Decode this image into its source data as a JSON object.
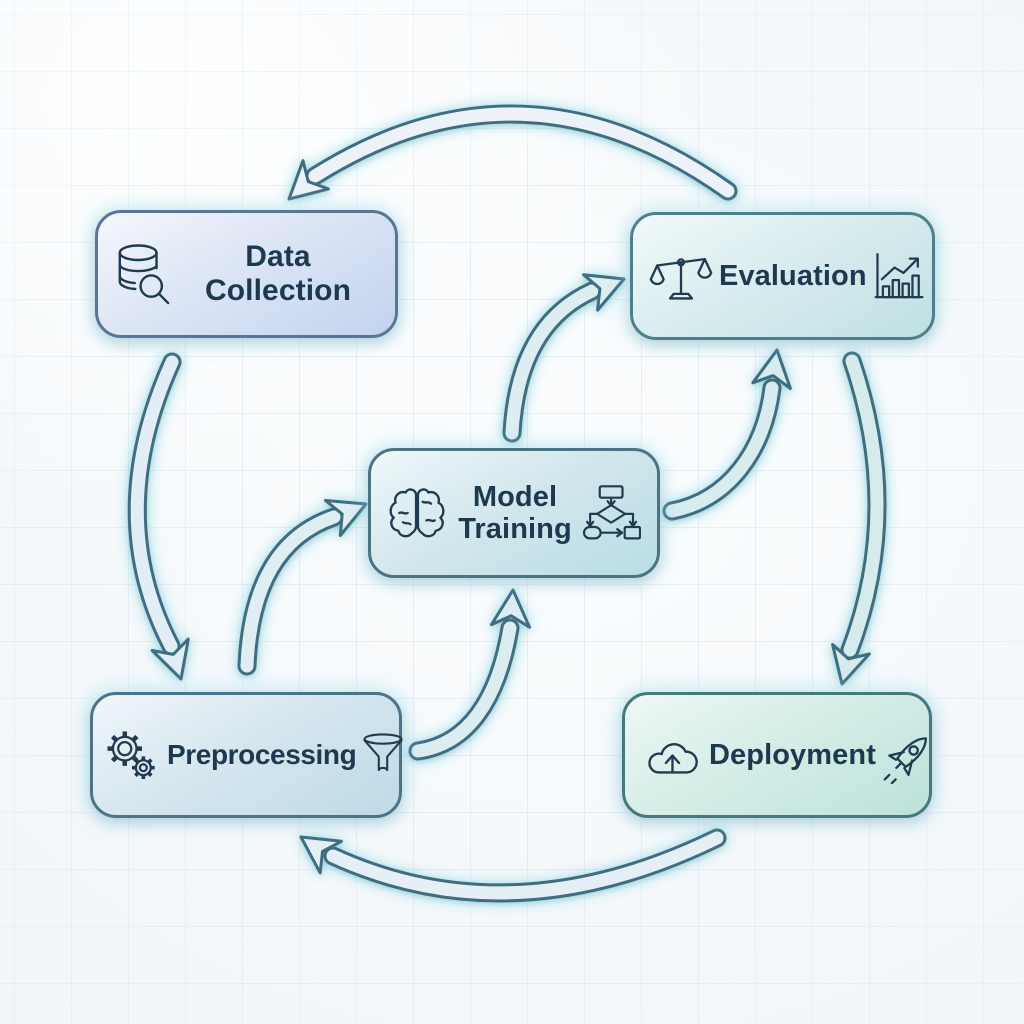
{
  "diagram": {
    "type": "cycle-flowchart",
    "text_color": "#1d3950",
    "arrow_outline_color": "#3f6e80",
    "glow_color": "#8adbe7",
    "background_grid": true,
    "nodes": [
      {
        "id": "data-collection",
        "label": "Data Collection",
        "icons": [
          "database-search-icon"
        ],
        "fill_from": "#f4f7fc",
        "fill_to": "#c3d3ee",
        "border": "#5a7596"
      },
      {
        "id": "preprocessing",
        "label": "Preprocessing",
        "icons": [
          "gears-icon",
          "funnel-icon"
        ],
        "fill_from": "#f0f6fa",
        "fill_to": "#bedbe7",
        "border": "#4d7388"
      },
      {
        "id": "model-training",
        "label": "Model Training",
        "icons": [
          "brain-icon",
          "flowchart-icon"
        ],
        "fill_from": "#eff7f9",
        "fill_to": "#b9dde5",
        "border": "#4b7482"
      },
      {
        "id": "evaluation",
        "label": "Evaluation",
        "icons": [
          "balance-scale-icon",
          "bar-chart-icon"
        ],
        "fill_from": "#f1f9f9",
        "fill_to": "#bfe0e4",
        "border": "#4e7f8a"
      },
      {
        "id": "deployment",
        "label": "Deployment",
        "icons": [
          "cloud-upload-icon",
          "rocket-icon"
        ],
        "fill_from": "#eef8f5",
        "fill_to": "#bce2da",
        "border": "#45797c"
      }
    ],
    "edges": [
      {
        "from": "evaluation",
        "to": "data-collection",
        "route": "top-arc"
      },
      {
        "from": "data-collection",
        "to": "preprocessing",
        "route": "left-arc"
      },
      {
        "from": "preprocessing",
        "to": "model-training",
        "route": "into-left-edge"
      },
      {
        "from": "preprocessing",
        "to": "model-training",
        "route": "into-bottom-edge"
      },
      {
        "from": "model-training",
        "to": "evaluation",
        "route": "into-left-edge"
      },
      {
        "from": "model-training",
        "to": "evaluation",
        "route": "into-bottom-edge"
      },
      {
        "from": "evaluation",
        "to": "deployment",
        "route": "right-arc"
      },
      {
        "from": "deployment",
        "to": "preprocessing",
        "route": "bottom-arc"
      }
    ]
  }
}
